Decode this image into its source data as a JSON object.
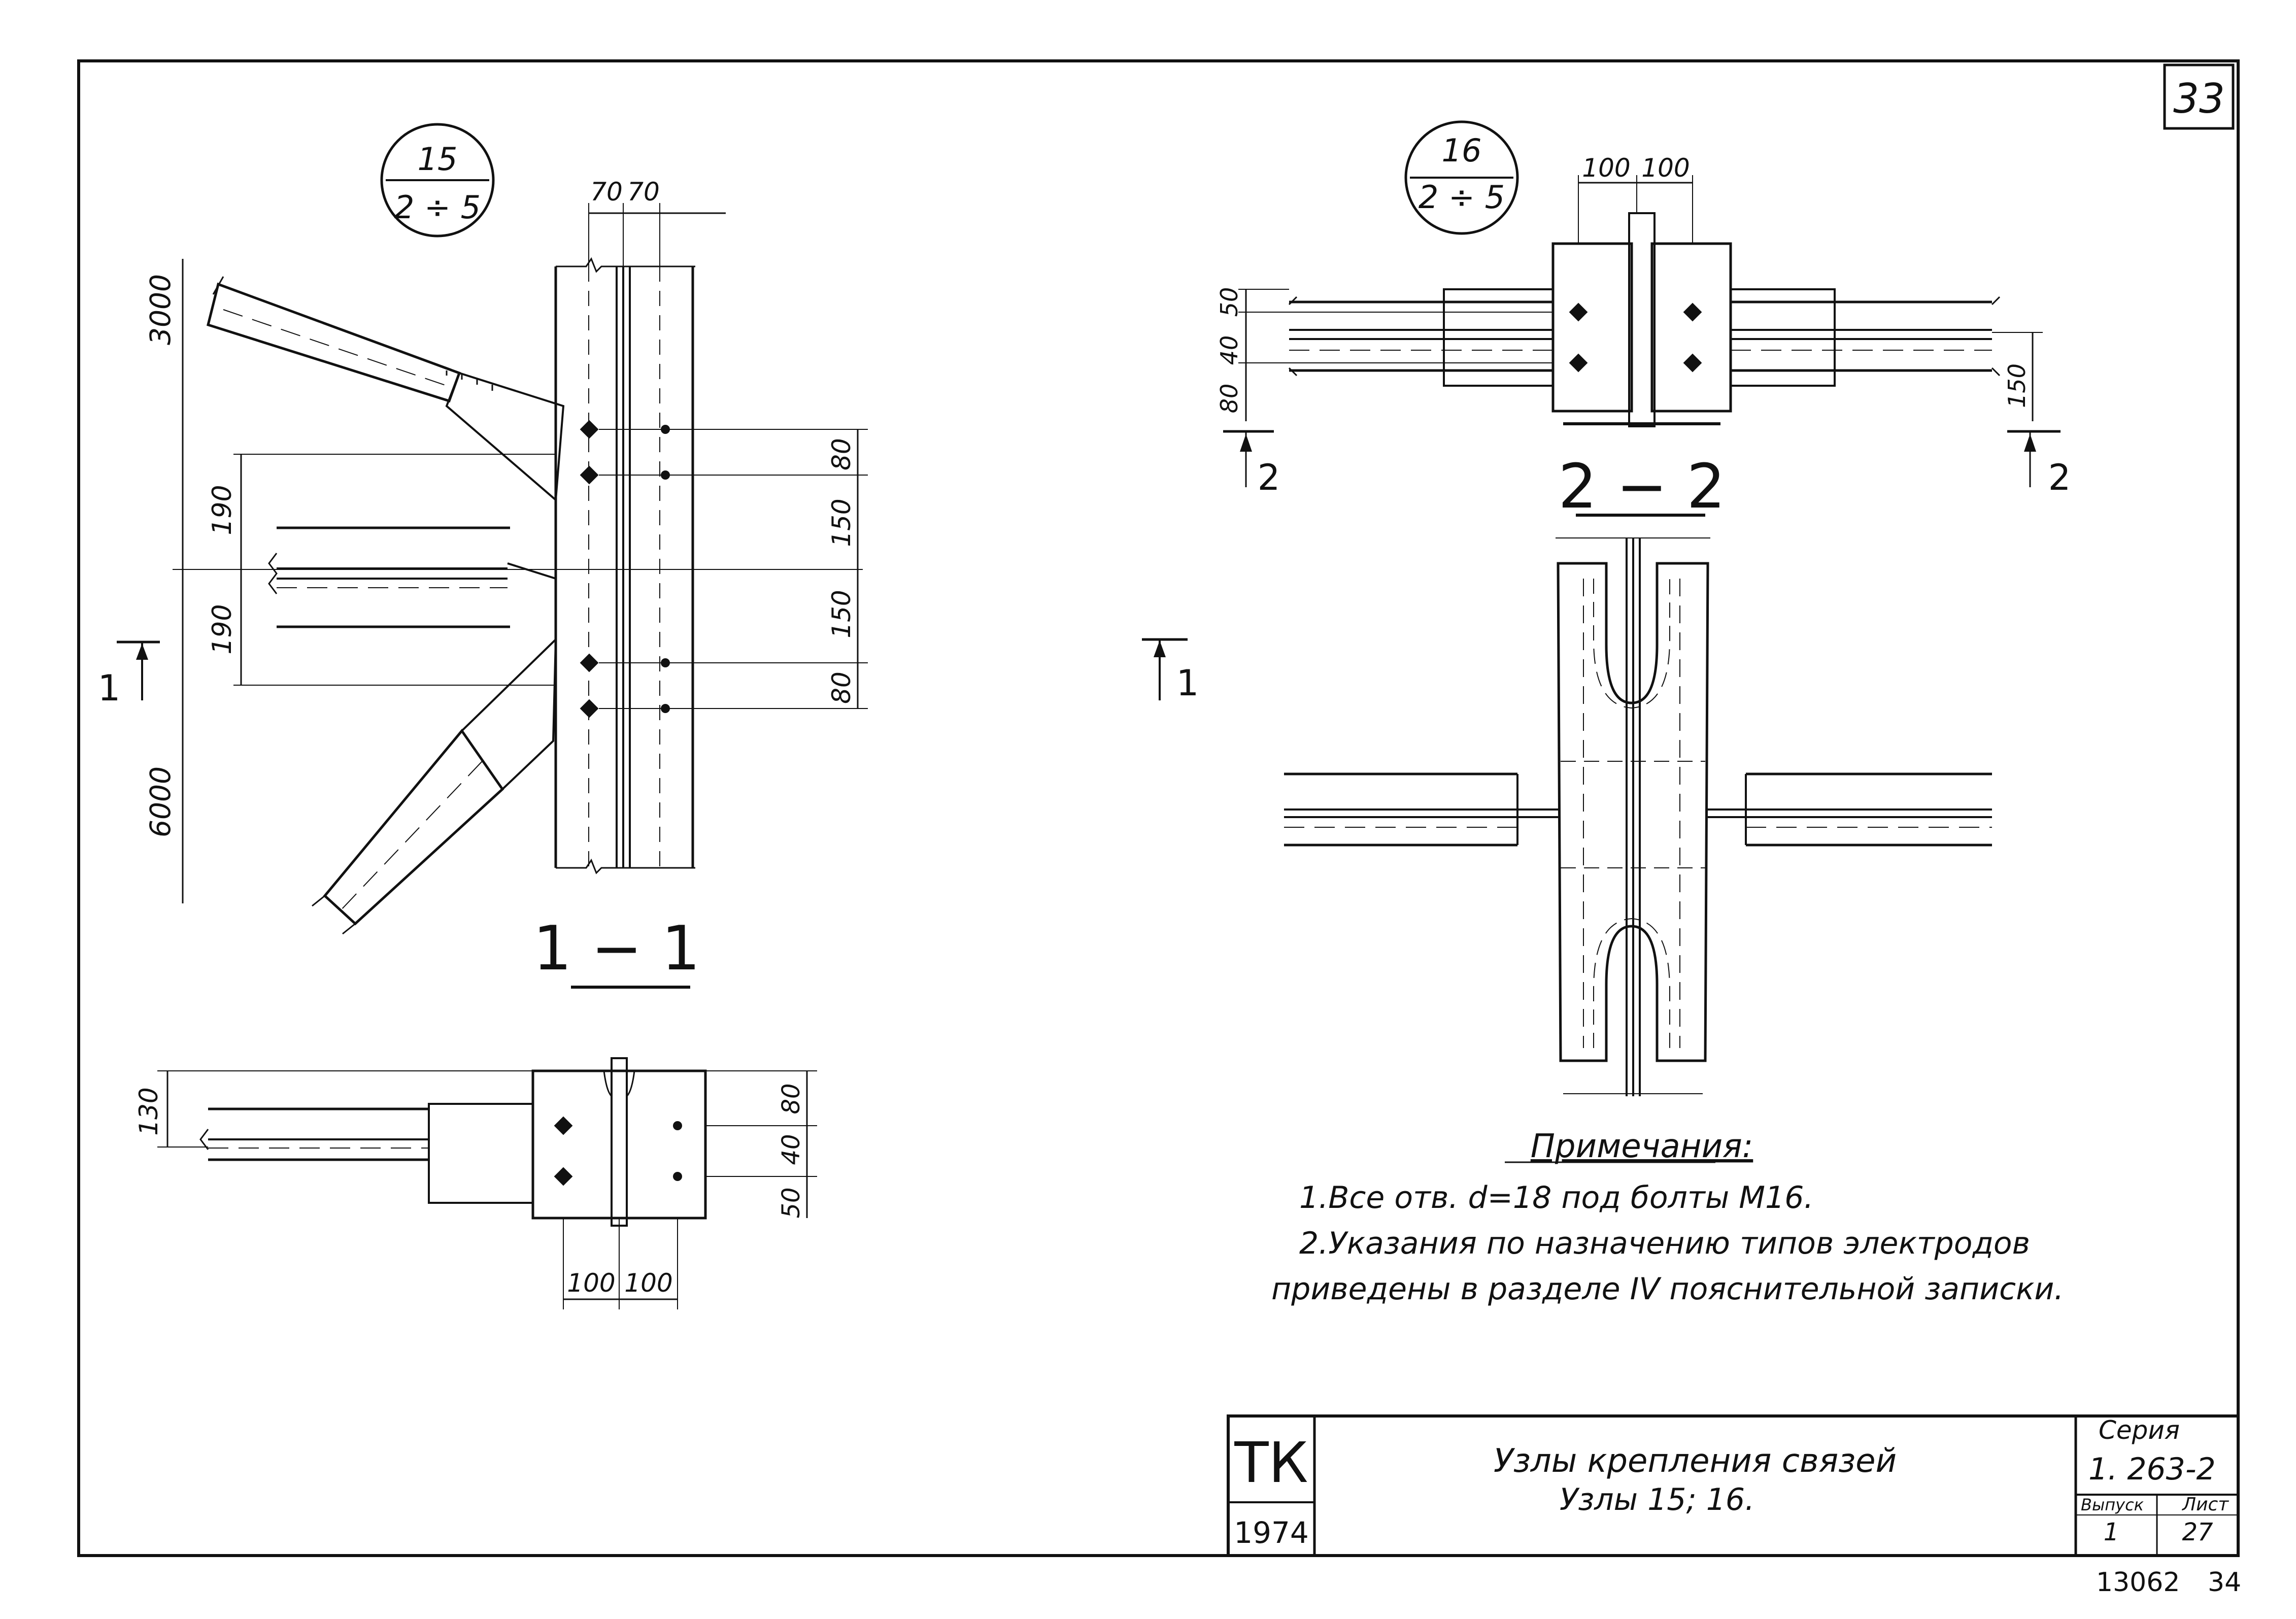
{
  "sheet": {
    "page_number": "33",
    "footer_code": "13062",
    "footer_page": "34"
  },
  "node15": {
    "marker_top": "15",
    "marker_bottom": "2 ÷ 5",
    "section_label": "1 − 1",
    "cut_mark": "1",
    "dims": {
      "top_70a": "70",
      "top_70b": "70",
      "d3000": "3000",
      "d6000": "6000",
      "d190a": "190",
      "d190b": "190",
      "d80a": "80",
      "d150a": "150",
      "d150b": "150",
      "d80b": "80"
    }
  },
  "plan15": {
    "dims": {
      "d130": "130",
      "d80": "80",
      "d40": "40",
      "d50": "50",
      "d100a": "100",
      "d100b": "100"
    }
  },
  "node16": {
    "marker_top": "16",
    "marker_bottom": "2 ÷ 5",
    "section_label": "2 − 2",
    "cut_mark_left": "2",
    "cut_mark_right": "2",
    "cut_mark_side": "1",
    "dims": {
      "top_100a": "100",
      "top_100b": "100",
      "d50": "50",
      "d40": "40",
      "d80": "80",
      "d150": "150"
    }
  },
  "notes": {
    "heading": "Примечания:",
    "line1": "1.Все отв.  d=18 под болты М16.",
    "line2": "2.Указания  по назначению типов электродов",
    "line3": "приведены в разделе  IV  пояснительной записки."
  },
  "title_block": {
    "org": "ТК",
    "year": "1974",
    "title_line1": "Узлы  крепления  связей",
    "title_line2": "Узлы  15;  16.",
    "series_label": "Серия",
    "series_value": "1. 263-2",
    "issue_label": "Выпуск",
    "issue_value": "1",
    "sheet_label": "Лист",
    "sheet_value": "27"
  }
}
